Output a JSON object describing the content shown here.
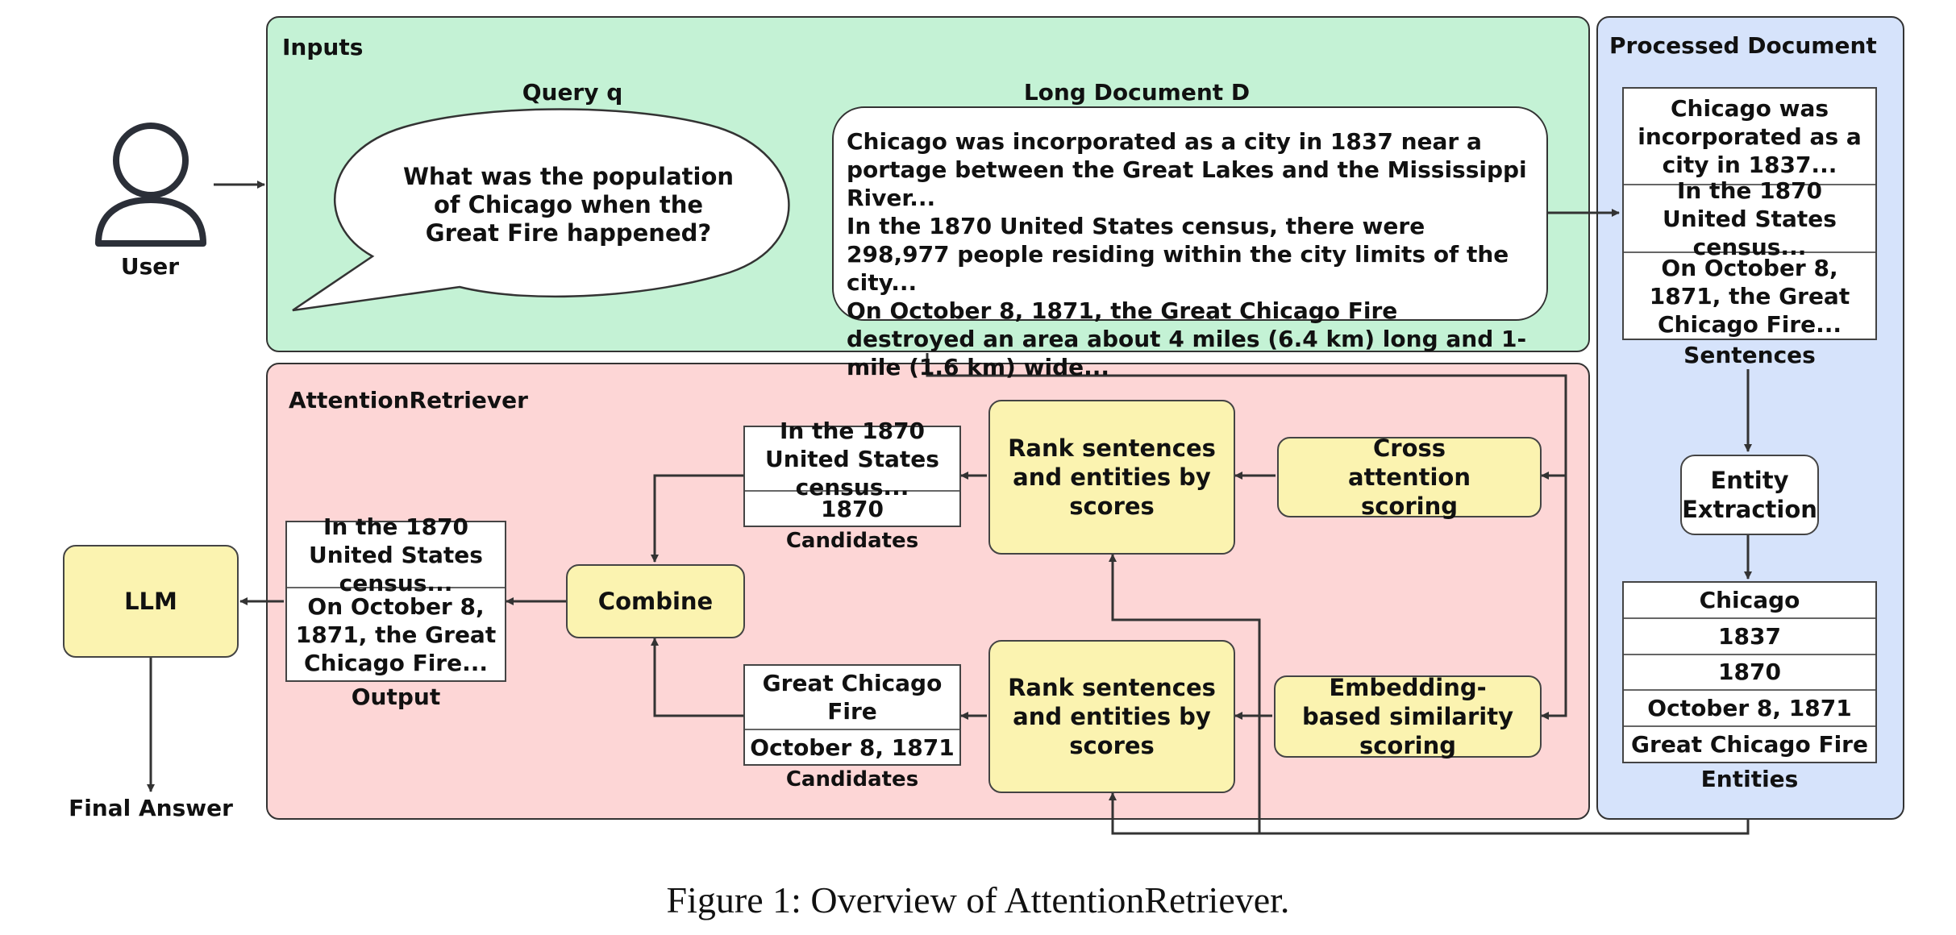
{
  "panels": {
    "inputs": "Inputs",
    "processed": "Processed Document",
    "retriever": "AttentionRetriever"
  },
  "user": {
    "label": "User",
    "icon": "user-icon"
  },
  "query": {
    "title": "Query q",
    "text": "What was the population of Chicago when the Great Fire happened?"
  },
  "document": {
    "title": "Long Document D",
    "lines": [
      "Chicago was incorporated as a city in 1837 near a portage between the Great Lakes and the Mississippi River...",
      "In the 1870 United States census, there were 298,977 people residing within the city limits of the city...",
      "On October 8, 1871, the Great Chicago Fire destroyed an area about 4 miles (6.4 km) long and 1-mile (1.6 km) wide..."
    ]
  },
  "sentences": {
    "items": [
      "Chicago was incorporated as a city in 1837...",
      "In the 1870 United States census...",
      "On October 8, 1871, the Great Chicago Fire..."
    ],
    "label": "Sentences"
  },
  "entity_extraction": "Entity Extraction",
  "entities": {
    "items": [
      "Chicago",
      "1837",
      "1870",
      "October 8, 1871",
      "Great Chicago Fire"
    ],
    "label": "Entities"
  },
  "cross_attention": "Cross attention scoring",
  "embedding_scoring": "Embedding-based similarity scoring",
  "rank_top": "Rank sentences and entities by scores",
  "rank_bottom": "Rank sentences and entities by scores",
  "candidates_top": {
    "items": [
      "In the 1870 United States census...",
      "1870"
    ],
    "label": "Candidates"
  },
  "candidates_bottom": {
    "items": [
      "Great Chicago Fire",
      "October 8, 1871"
    ],
    "label": "Candidates"
  },
  "combine": "Combine",
  "output": {
    "items": [
      "In the 1870 United States census...",
      "On October 8, 1871, the Great Chicago Fire..."
    ],
    "label": "Output"
  },
  "llm": "LLM",
  "final_answer": "Final Answer",
  "caption": "Figure 1: Overview of AttentionRetriever.",
  "colors": {
    "inputs": "#c4f2d5",
    "retriever": "#fdd6d6",
    "processed": "#d6e3fb",
    "module": "#fbf3b0"
  }
}
